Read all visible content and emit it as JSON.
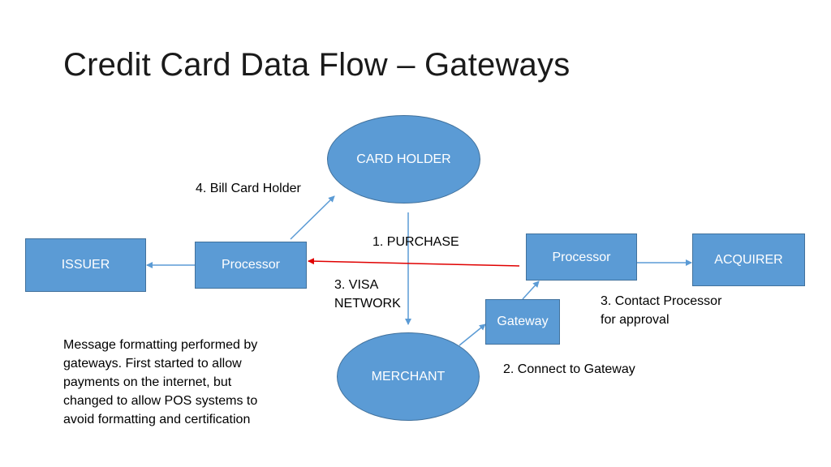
{
  "slide": {
    "title": "Credit Card Data Flow – Gateways"
  },
  "nodes": {
    "card_holder": "CARD HOLDER",
    "merchant": "MERCHANT",
    "issuer": "ISSUER",
    "processor_left": "Processor",
    "processor_right": "Processor",
    "acquirer": "ACQUIRER",
    "gateway": "Gateway"
  },
  "labels": {
    "bill_card_holder": "4. Bill Card Holder",
    "purchase": "1. PURCHASE",
    "visa_network_line1": "3. VISA",
    "visa_network_line2": "NETWORK",
    "contact_processor_line1": "3. Contact Processor",
    "contact_processor_line2": "for approval",
    "connect_gateway": "2. Connect to Gateway"
  },
  "note": {
    "line1": "Message formatting performed by",
    "line2": "gateways.  First started to allow",
    "line3": "payments on the internet, but",
    "line4": "changed to allow POS systems to",
    "line5": "avoid formatting and certification"
  },
  "colors": {
    "shape_fill": "#5b9bd5",
    "shape_border": "#41719c",
    "connector_blue": "#5b9bd5",
    "connector_red": "#e00000"
  }
}
